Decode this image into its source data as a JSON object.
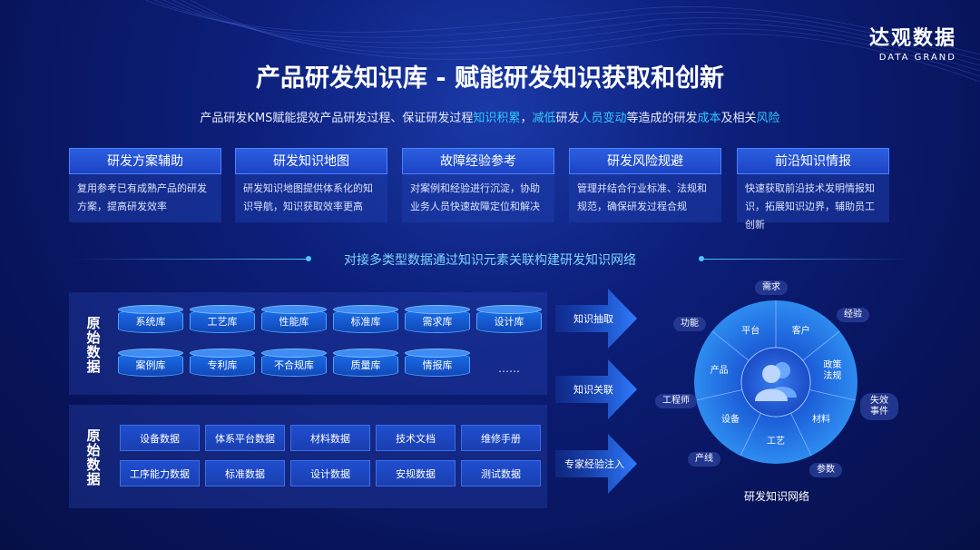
{
  "logo": {
    "cn": "达观数据",
    "en": "DATA GRAND"
  },
  "title": "产品研发知识库 - 赋能研发知识获取和创新",
  "subtitle_parts": [
    {
      "text": "产品研发KMS赋能提效产品研发过程、保证研发过程",
      "hl": false
    },
    {
      "text": "知识积累",
      "hl": true
    },
    {
      "text": "，",
      "hl": false
    },
    {
      "text": "减低",
      "hl": true
    },
    {
      "text": "研发",
      "hl": false
    },
    {
      "text": "人员变动",
      "hl": true
    },
    {
      "text": "等造成的研发",
      "hl": false
    },
    {
      "text": "成本",
      "hl": true
    },
    {
      "text": "及相关",
      "hl": false
    },
    {
      "text": "风险",
      "hl": true
    }
  ],
  "cards": [
    {
      "title": "研发方案辅助",
      "desc": "复用参考已有成熟产品的研发方案，提高研发效率"
    },
    {
      "title": "研发知识地图",
      "desc": "研发知识地图提供体系化的知识导航，知识获取效率更高"
    },
    {
      "title": "故障经验参考",
      "desc": "对案例和经验进行沉淀，协助业务人员快速故障定位和解决"
    },
    {
      "title": "研发风险规避",
      "desc": "管理并结合行业标准、法规和规范，确保研发过程合规"
    },
    {
      "title": "前沿知识情报",
      "desc": "快速获取前沿技术发明情报知识，拓展知识边界，辅助员工创新"
    }
  ],
  "middle_text": "对接多类型数据通过知识元素关联构建研发知识网络",
  "top_panel": {
    "label": "原始数据",
    "row1": [
      "系统库",
      "工艺库",
      "性能库",
      "标准库",
      "需求库",
      "设计库"
    ],
    "row2": [
      "案例库",
      "专利库",
      "不合规库",
      "质量库",
      "情报库"
    ],
    "more": "……"
  },
  "bottom_panel": {
    "label": "原始数据",
    "row1": [
      "设备数据",
      "体系平台数据",
      "材料数据",
      "技术文档",
      "维修手册"
    ],
    "row2": [
      "工序能力数据",
      "标准数据",
      "设计数据",
      "安规数据",
      "测试数据"
    ]
  },
  "arrows": [
    "知识抽取",
    "知识关联",
    "专家经验注入"
  ],
  "network": {
    "title": "研发知识网络",
    "inner_segments": [
      "平台",
      "客户",
      "政策法规",
      "材料",
      "工艺",
      "设备",
      "产品"
    ],
    "outer_tags": [
      "需求",
      "经验",
      "功能",
      "失效事件",
      "工程师",
      "参数",
      "产线"
    ],
    "center_icon": "users-icon"
  },
  "colors": {
    "background": "#08145a",
    "highlight": "#31c8ff",
    "card_head": "#2b5fe0",
    "ring": "#1f6fe0"
  }
}
